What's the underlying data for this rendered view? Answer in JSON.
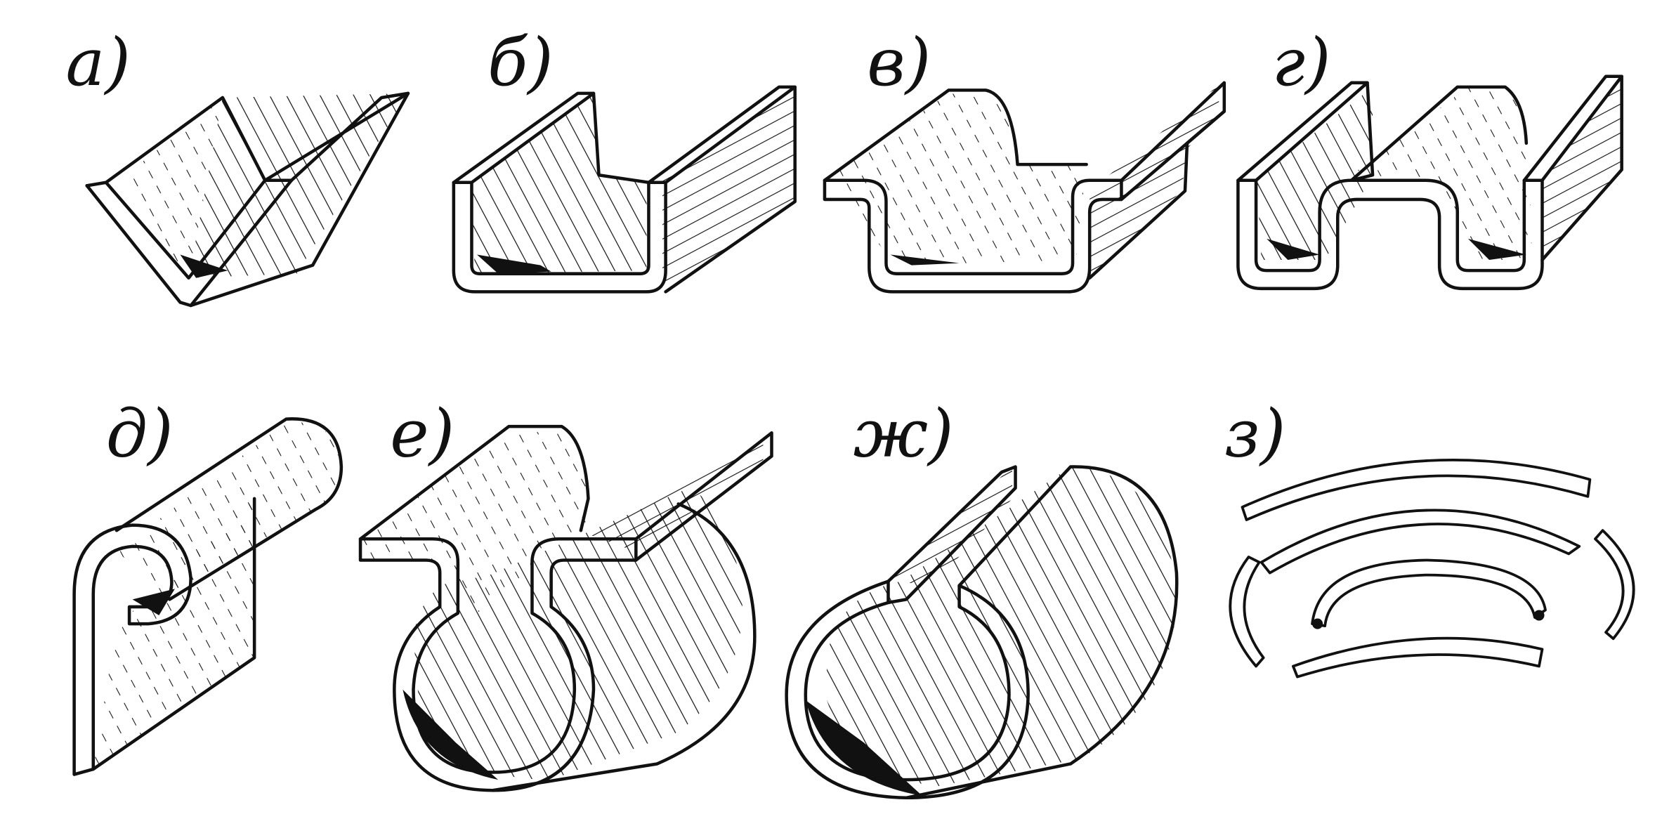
{
  "figure": {
    "panels": [
      {
        "id": "a",
        "label": "а)",
        "shape": "v-profile",
        "icon": "v-channel-icon"
      },
      {
        "id": "b",
        "label": "б)",
        "shape": "u-channel",
        "icon": "u-channel-icon"
      },
      {
        "id": "v",
        "label": "в)",
        "shape": "hat-profile",
        "icon": "hat-profile-icon"
      },
      {
        "id": "g",
        "label": "г)",
        "shape": "double-u-profile",
        "icon": "double-u-icon"
      },
      {
        "id": "d",
        "label": "д)",
        "shape": "curled-edge",
        "icon": "curled-edge-icon"
      },
      {
        "id": "e",
        "label": "е)",
        "shape": "clamp-tube",
        "icon": "clamp-tube-icon"
      },
      {
        "id": "zh",
        "label": "ж)",
        "shape": "slit-tube",
        "icon": "slit-tube-icon"
      },
      {
        "id": "z",
        "label": "з)",
        "shape": "curved-strips",
        "icon": "curved-strips-icon"
      }
    ],
    "colors": {
      "ink": "#111111",
      "paper": "#ffffff"
    }
  }
}
